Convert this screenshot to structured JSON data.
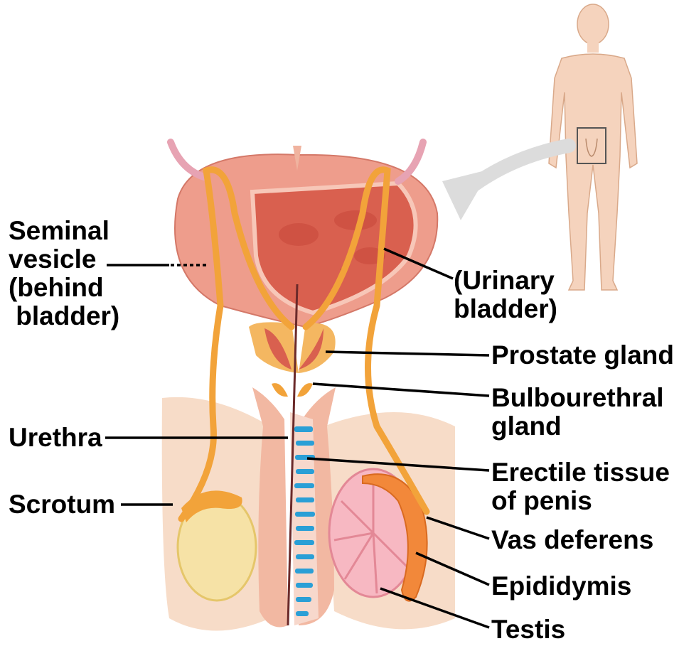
{
  "labels": {
    "seminal_vesicle": [
      "Seminal",
      "vesicle",
      "(behind",
      " bladder)"
    ],
    "urinary_bladder": [
      "(Urinary",
      "bladder)"
    ],
    "prostate_gland": "Prostate gland",
    "bulbourethral_gland": [
      "Bulbourethral",
      "gland"
    ],
    "urethra": "Urethra",
    "erectile_tissue": [
      "Erectile tissue",
      "of penis"
    ],
    "scrotum": "Scrotum",
    "vas_deferens": "Vas deferens",
    "epididymis": "Epididymis",
    "testis": "Testis"
  },
  "colors": {
    "skin": "#f5d3bd",
    "bladder": "#ee9d8c",
    "bladder_inner": "#d9604f",
    "duct": "#f2a33a",
    "erectile": "#2a9fd6",
    "prostate": "#f4b761",
    "arrow": "#dcdcdc",
    "label": "#000000"
  }
}
